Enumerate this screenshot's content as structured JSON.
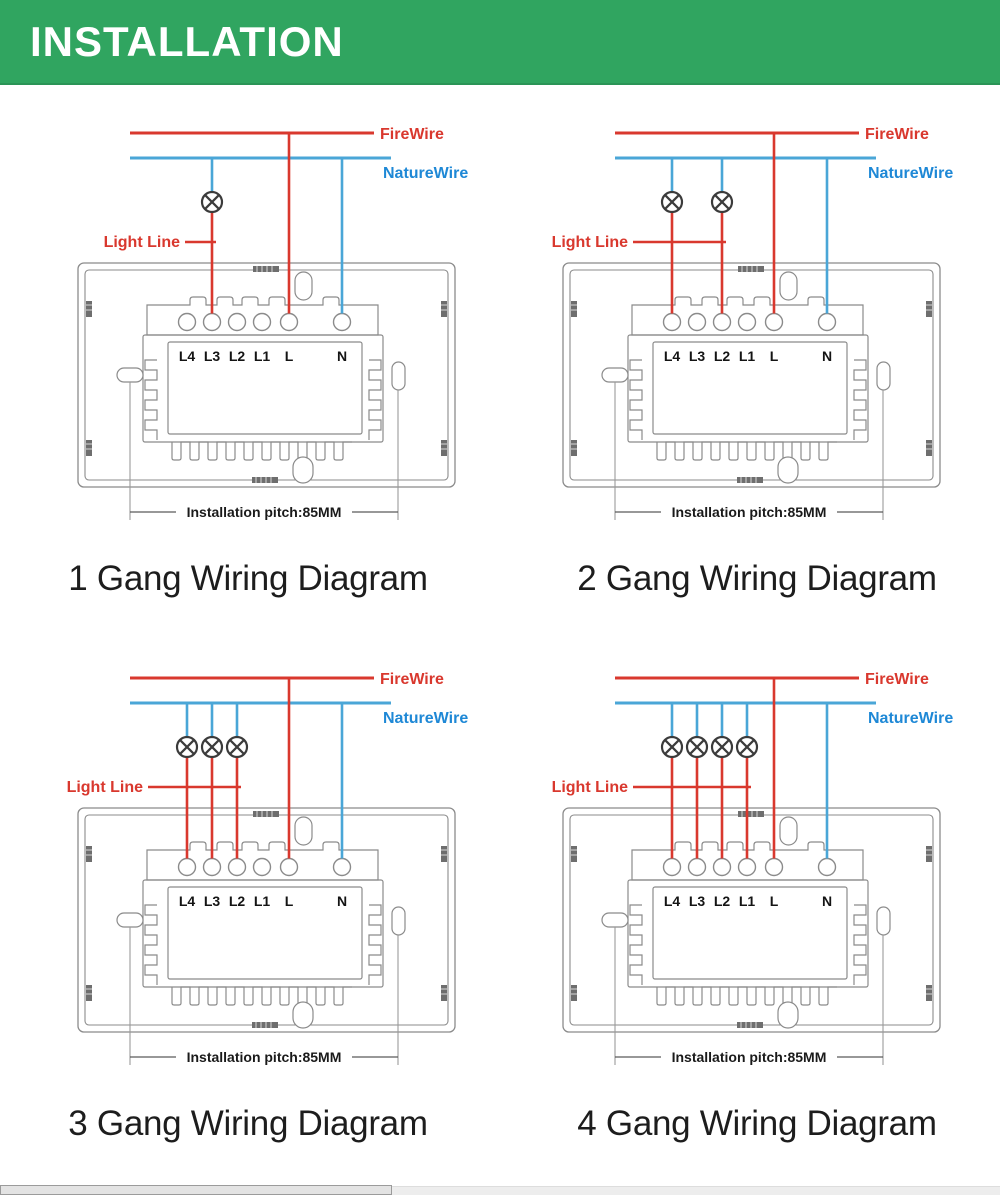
{
  "header": {
    "title": "INSTALLATION"
  },
  "colors": {
    "header_green": "#30a560",
    "wire_red": "#d9382e",
    "wire_blue": "#4aa6d7",
    "label_blue": "#1e88d6",
    "outline_gray": "#8b8b8b",
    "lamp_dark": "#3b3b3b",
    "text_dark": "#1d1d1d",
    "scroll_track": "#ededed",
    "scroll_thumb": "#e3e3e3",
    "scroll_border": "#9b9b9b"
  },
  "wire_labels": {
    "fire": "FireWire",
    "nature": "NatureWire",
    "light": "Light Line"
  },
  "device": {
    "terminal_labels": [
      "L4",
      "L3",
      "L2",
      "L1",
      "L",
      "N"
    ],
    "pitch_label": "Installation pitch:85MM"
  },
  "diagrams": [
    {
      "id": 1,
      "caption": "1 Gang Wiring Diagram",
      "gangs": 1,
      "lamp_terminals": [
        1
      ]
    },
    {
      "id": 2,
      "caption": "2 Gang Wiring Diagram",
      "gangs": 2,
      "lamp_terminals": [
        0,
        2
      ]
    },
    {
      "id": 3,
      "caption": "3 Gang Wiring Diagram",
      "gangs": 3,
      "lamp_terminals": [
        0,
        1,
        2
      ]
    },
    {
      "id": 4,
      "caption": "4 Gang Wiring Diagram",
      "gangs": 4,
      "lamp_terminals": [
        0,
        1,
        2,
        3
      ]
    }
  ]
}
